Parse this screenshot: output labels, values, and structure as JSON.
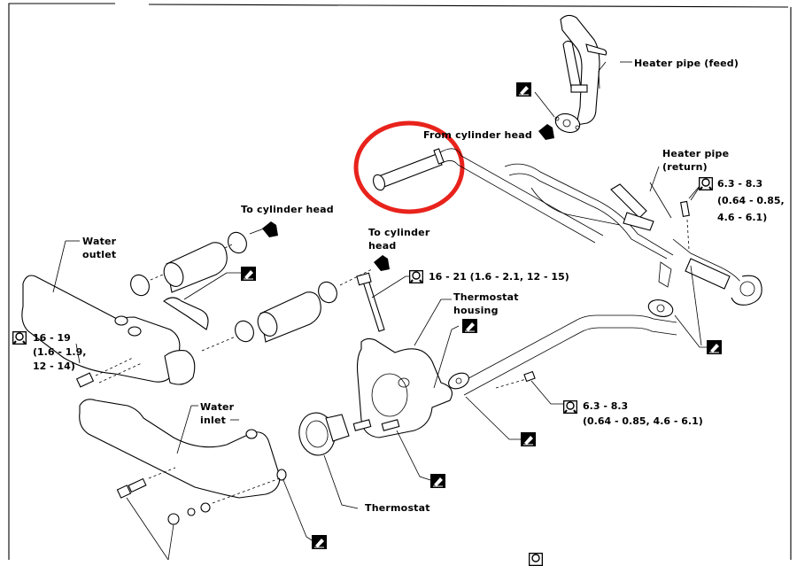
{
  "diagram": {
    "title": "Cooling system water outlet / thermostat housing exploded view",
    "highlight_color": "#e8231c",
    "labels": {
      "heater_pipe_feed": "Heater pipe (feed)",
      "from_cylinder_head": "From cylinder head",
      "heater_pipe_return_1": "Heater pipe",
      "heater_pipe_return_2": "(return)",
      "to_cylinder_head_1": "To cylinder head",
      "to_cylinder_head_2a": "To cylinder",
      "to_cylinder_head_2b": "head",
      "water_outlet_1": "Water",
      "water_outlet_2": "outlet",
      "thermostat_housing_1": "Thermostat",
      "thermostat_housing_2": "housing",
      "water_inlet_1": "Water",
      "water_inlet_2": "inlet",
      "thermostat": "Thermostat"
    },
    "torque_specs": {
      "heater_return_bolt": [
        "6.3 - 8.3",
        "(0.64 - 0.85,",
        "4.6 - 6.1)"
      ],
      "housing_bolt": [
        "16 - 21 (1.6 - 2.1, 12 - 15)"
      ],
      "outlet_bolt": [
        "16 - 19",
        "(1.6 - 1.9,",
        "12 - 14)"
      ],
      "pipe_bolt": [
        "6.3 - 8.3",
        "(0.64 - 0.85, 4.6 - 6.1)"
      ]
    },
    "icons": {
      "torque": "torque-wrench-icon",
      "sealant": "liquid-gasket-icon",
      "direction": "flow-arrow-icon"
    }
  }
}
